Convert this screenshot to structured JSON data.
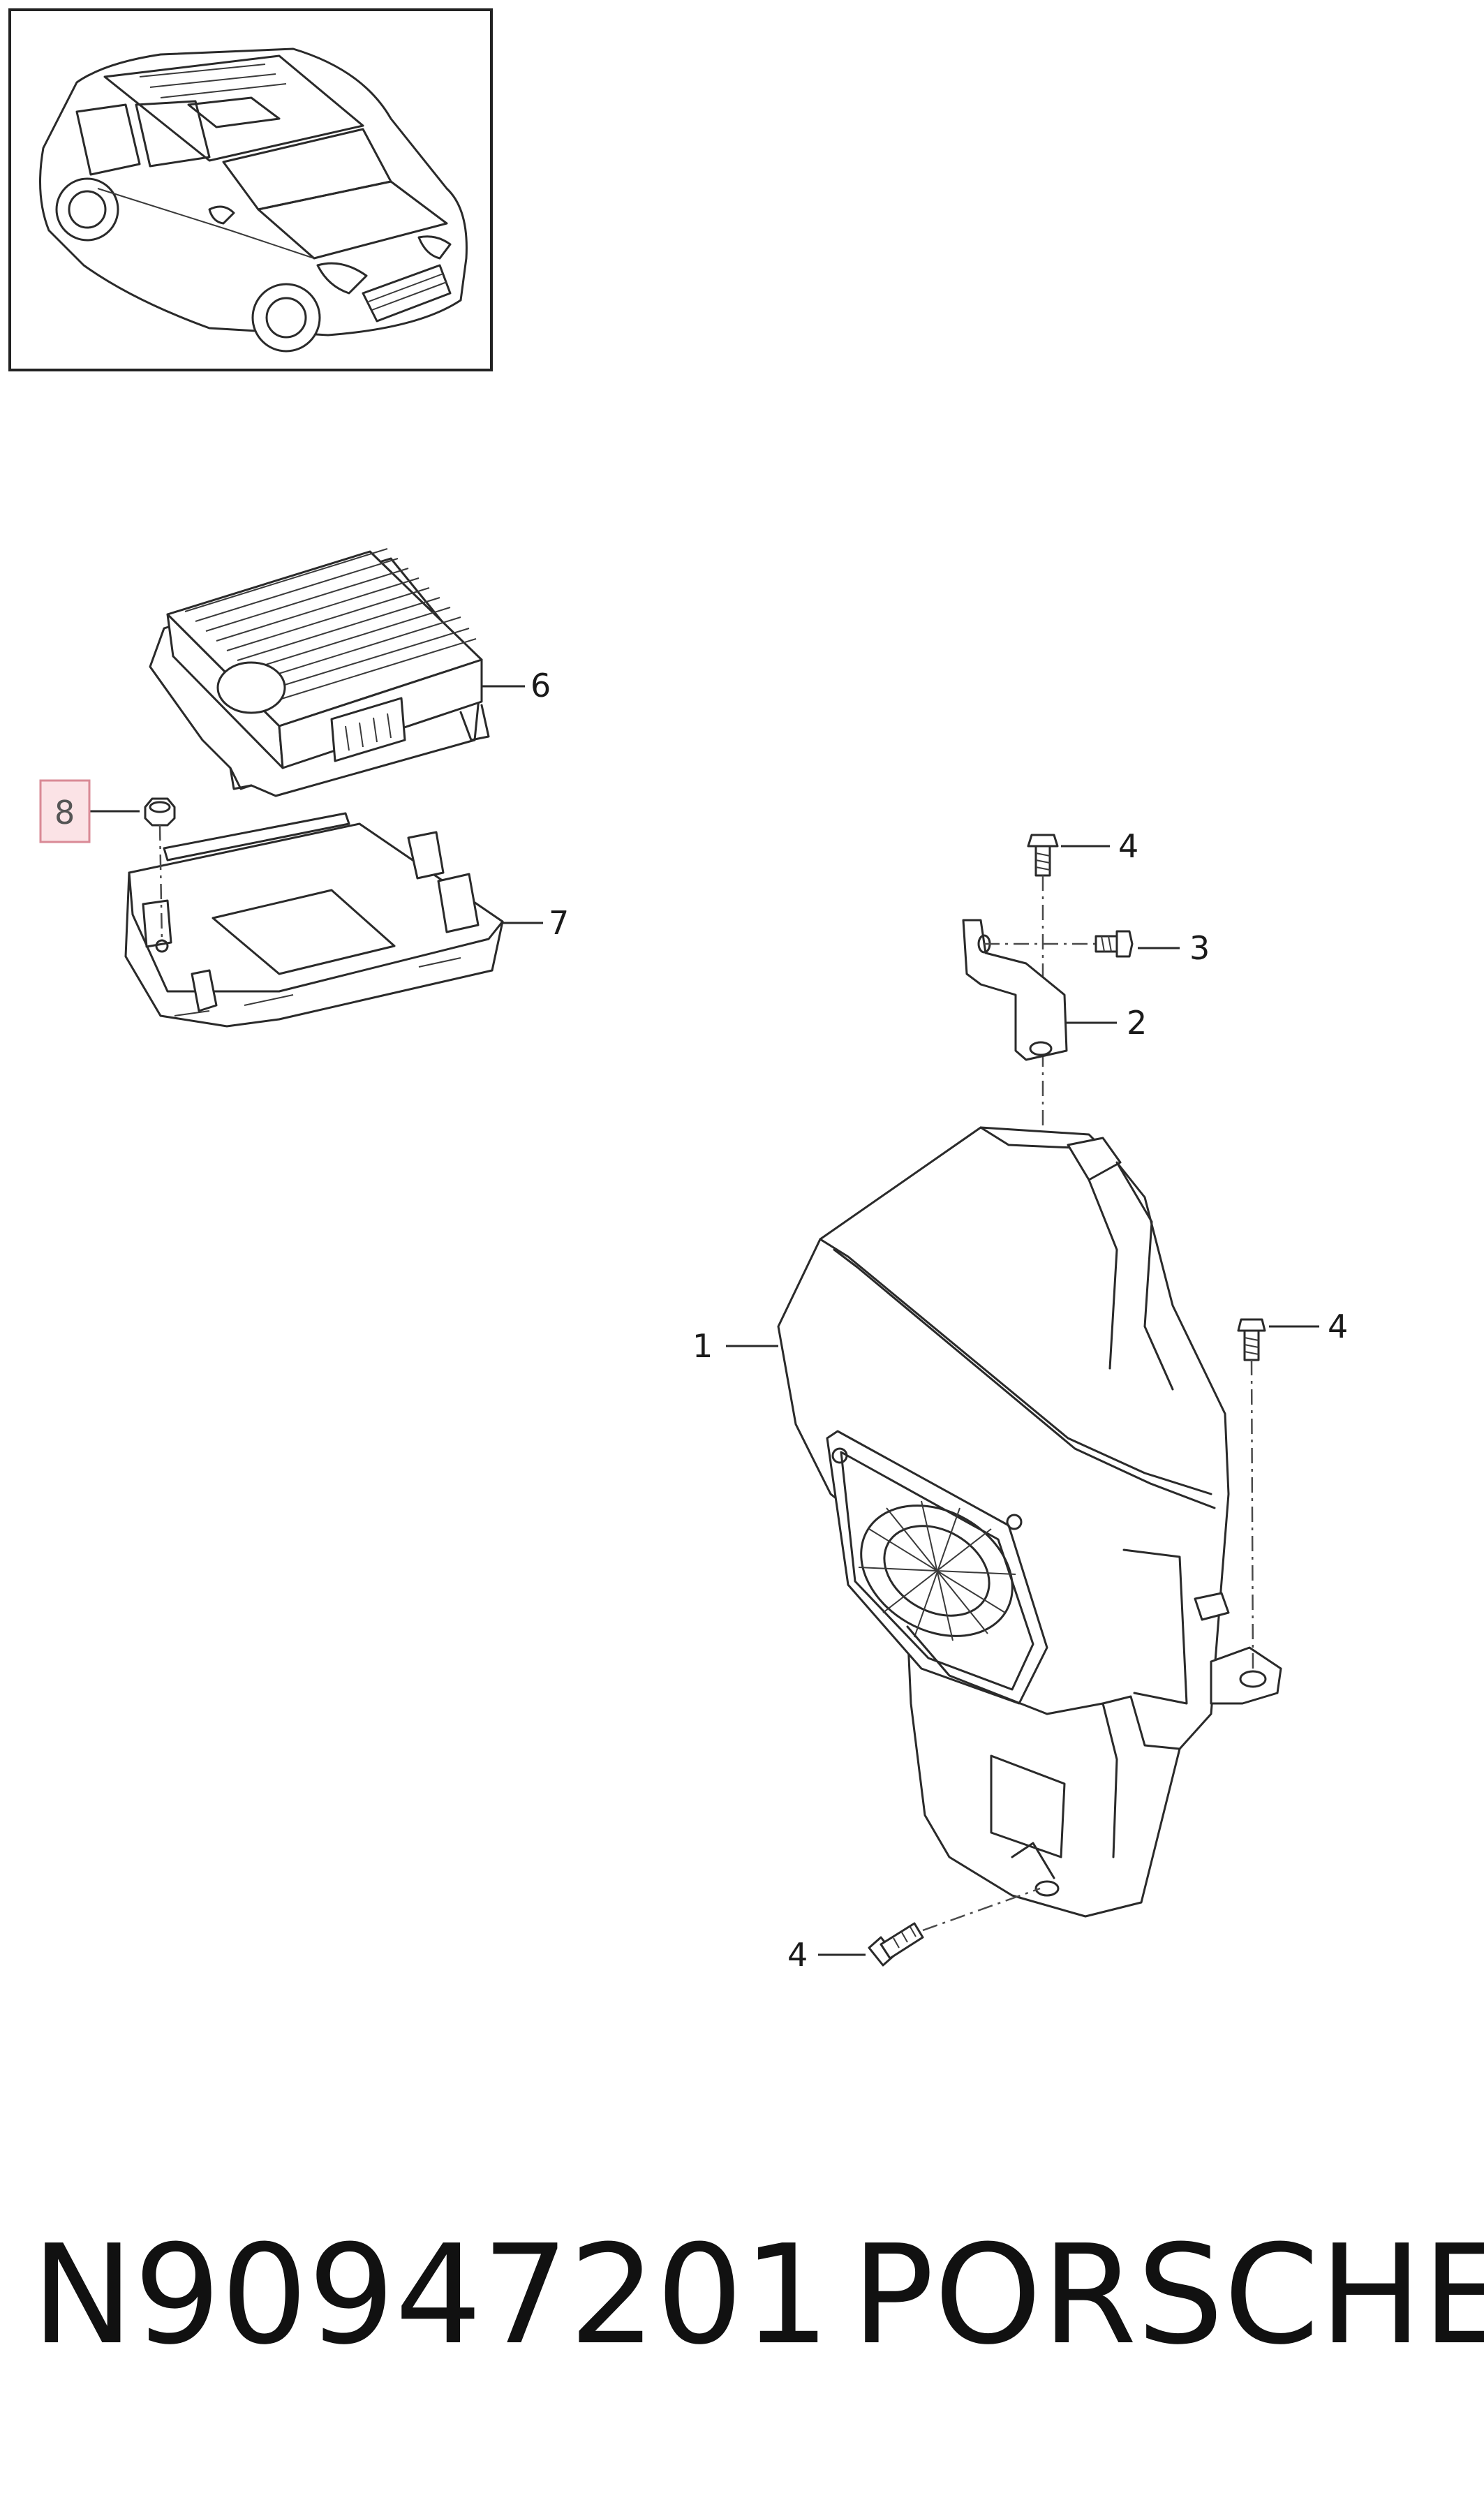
{
  "callouts": {
    "c1": "1",
    "c2": "2",
    "c3": "3",
    "c4a": "4",
    "c4b": "4",
    "c4c": "4",
    "c6": "6",
    "c7": "7",
    "c8": "8"
  },
  "footer": {
    "part_number": "N90947201",
    "brand": "PORSCHE"
  },
  "colors": {
    "line": "#2a2a2a",
    "highlight_fill": "#fbe3e6",
    "highlight_stroke": "#d98a96"
  },
  "icons": {
    "thumbnail": "vehicle-suv-icon"
  }
}
